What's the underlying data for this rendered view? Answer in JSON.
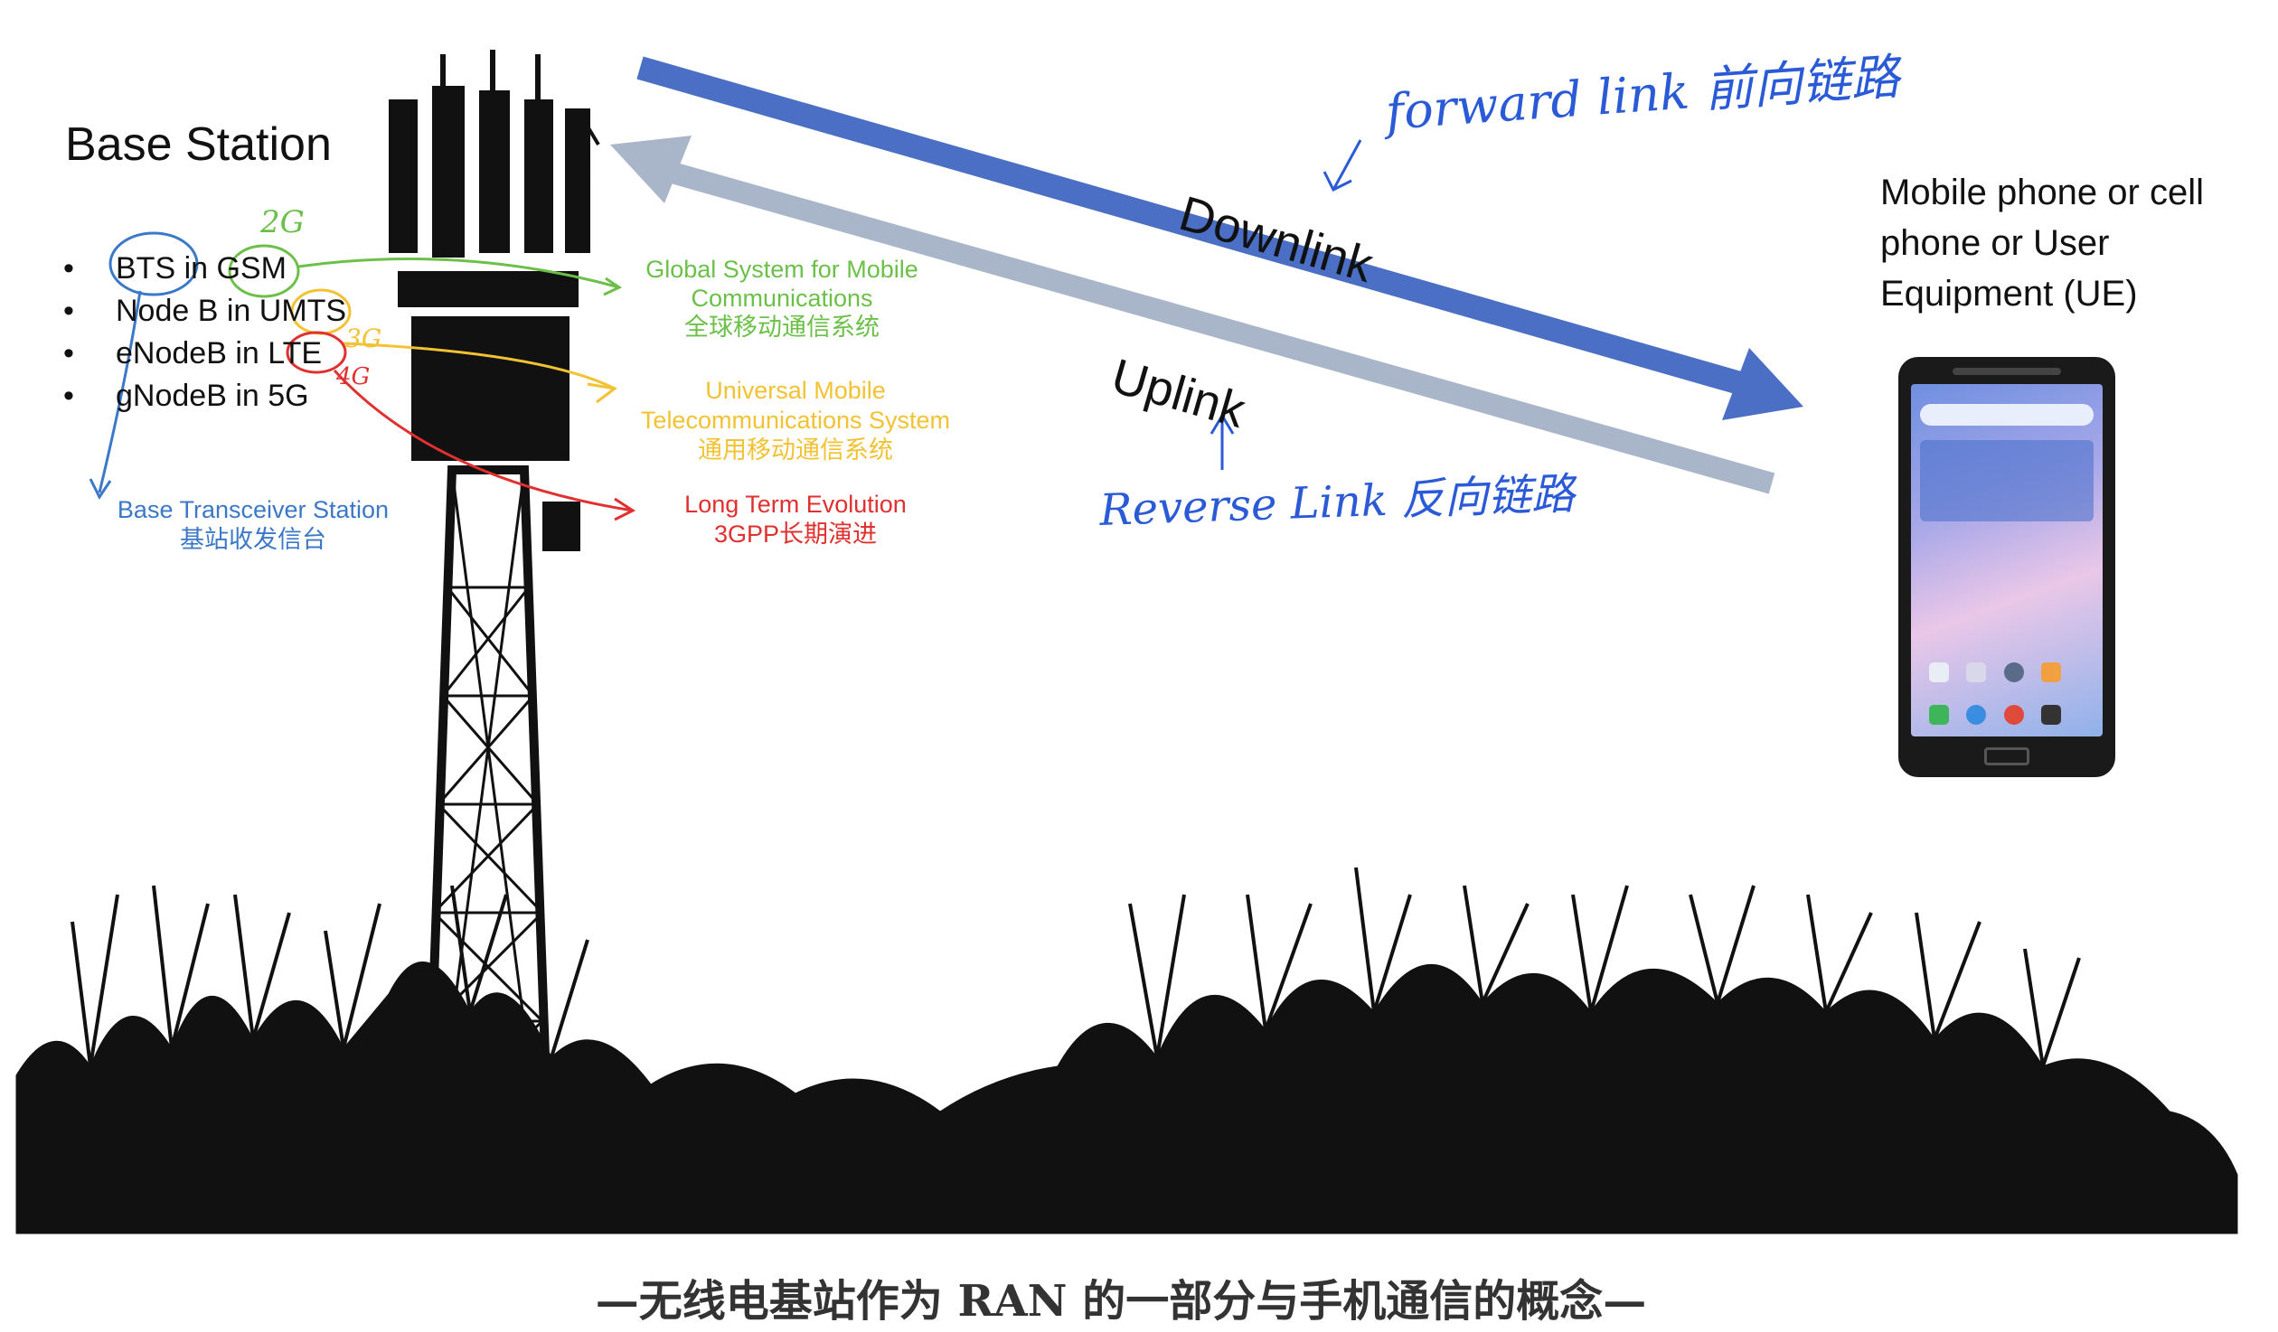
{
  "base_station": {
    "title": "Base Station",
    "bullets": [
      "BTS in GSM",
      "Node B in UMTS",
      "eNodeB in LTE",
      "gNodeB in 5G"
    ],
    "bullet_marker": "•"
  },
  "gen_marks": {
    "g2": "2G",
    "g3": "3G",
    "g4": "4G"
  },
  "bts_note": {
    "line1": "Base Transceiver Station",
    "line2": "基站收发信台"
  },
  "gsm_note": {
    "line1": "Global System for Mobile",
    "line2": "Communications",
    "line3": "全球移动通信系统"
  },
  "umts_note": {
    "line1": "Universal Mobile",
    "line2": "Telecommunications System",
    "line3": "通用移动通信系统"
  },
  "lte_note": {
    "line1": "Long Term Evolution",
    "line2": "3GPP长期演进"
  },
  "links": {
    "downlink": "Downlink",
    "uplink": "Uplink",
    "forward_note": "forward link 前向链路",
    "reverse_note": "Reverse Link 反向链路"
  },
  "ue_label": "Mobile phone or cell phone or User Equipment (UE)",
  "caption": "—无线电基站作为 RAN 的一部分与手机通信的概念—",
  "colors": {
    "downlink_arrow": "#4a6fc4",
    "uplink_arrow": "#a9b6c9",
    "handwriting_blue": "#2a5ad6",
    "gsm_green": "#6cc04a",
    "umts_yellow": "#f2c233",
    "lte_red": "#e0302f",
    "bts_blue": "#3c78c8"
  }
}
